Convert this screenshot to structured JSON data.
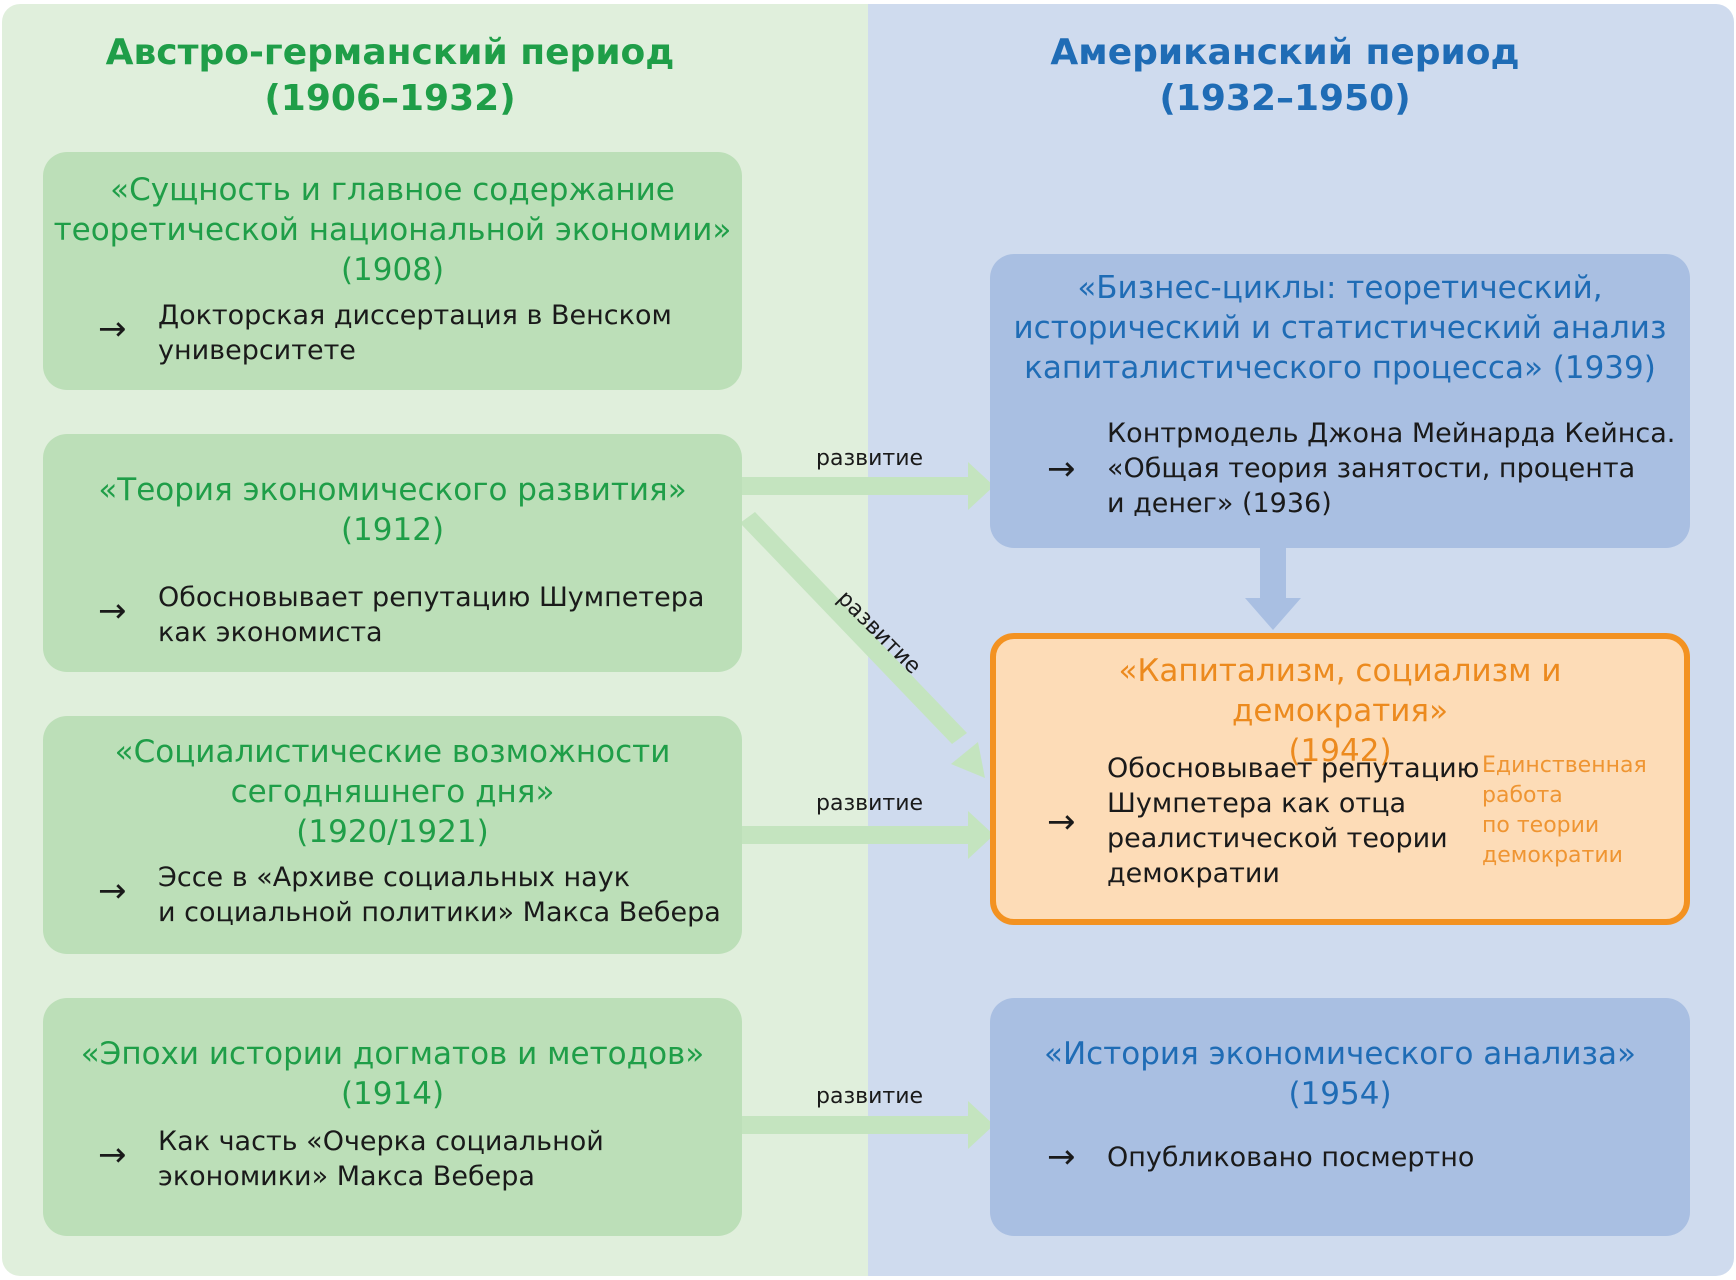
{
  "periods": {
    "left": "Австро-германский период\n(1906–1932)",
    "right": "Американский период\n(1932–1950)"
  },
  "arrow_symbol": "→",
  "works_left": [
    {
      "title": "«Сущность и главное содержание\nтеоретической национальной экономии»\n(1908)",
      "description": "Докторская диссертация в Венском\nуниверситете"
    },
    {
      "title": "«Теория экономического развития»\n(1912)",
      "description": "Обосновывает репутацию Шумпетера\nкак экономиста"
    },
    {
      "title": "«Социалистические возможности\nсегодняшнего дня»\n(1920/1921)",
      "description": "Эссе в «Архиве социальных наук\nи социальной политики» Макса Вебера"
    },
    {
      "title": "«Эпохи истории догматов и методов»\n(1914)",
      "description": "Как часть «Очерка социальной\nэкономики» Макса Вебера"
    }
  ],
  "works_right": [
    {
      "title": "«Бизнес-циклы: теоретический,\nисторический и статистический анализ\nкапиталистического процесса» (1939)",
      "description": "Контрмодель Джона Мейнарда Кейнса.\n«Общая теория занятости, процента\nи денег» (1936)"
    },
    {
      "title": "«Капитализм, социализм и демократия»\n(1942)",
      "description": "Обосновывает репутацию\nШумпетера как отца\nреалистической теории\nдемократии",
      "note": "Единственная\nработа\nпо теории\nдемократии"
    },
    {
      "title": "«История экономического анализа»\n(1954)",
      "description": "Опубликовано посмертно"
    }
  ],
  "connector_label": "развитие",
  "colors": {
    "green_bg": "#e0efdc",
    "blue_bg": "#cfdbee",
    "green_box": "#bcdfb8",
    "blue_box": "#a9bfe2",
    "orange_box": "#fddcb7",
    "orange_border": "#f39221",
    "connector": "#c4e4bf",
    "down_arrow": "#a9bfe2"
  }
}
